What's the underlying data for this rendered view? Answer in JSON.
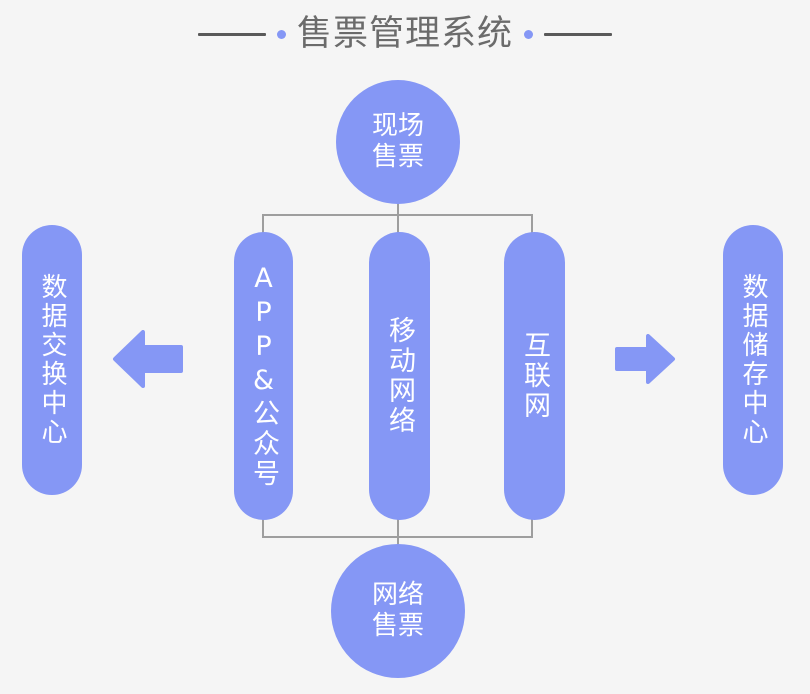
{
  "title": {
    "text": "售票管理系统",
    "left_rule": "horizontal-rule",
    "right_rule": "horizontal-rule",
    "left_dot": "decorative-dot",
    "right_dot": "decorative-dot"
  },
  "colors": {
    "background": "#f5f5f5",
    "node_fill": "#8597f5",
    "node_text": "#ffffff",
    "connector": "#9e9e9e",
    "title_text": "#6b6b6b",
    "title_rule": "#595959"
  },
  "nodes": {
    "onsite": {
      "label": "现场售票",
      "shape": "circle"
    },
    "online": {
      "label": "网络售票",
      "shape": "circle"
    },
    "app": {
      "label": "APP&公众号",
      "shape": "pill"
    },
    "mobile": {
      "label": "移动网络",
      "shape": "pill"
    },
    "internet": {
      "label": "互联网",
      "shape": "pill"
    },
    "exchange": {
      "label": "数据交换中心",
      "shape": "pill"
    },
    "storage": {
      "label": "数据储存中心",
      "shape": "pill"
    }
  },
  "arrows": {
    "left": {
      "direction": "left",
      "name": "arrow-left-icon"
    },
    "right": {
      "direction": "right",
      "name": "arrow-right-icon"
    }
  }
}
